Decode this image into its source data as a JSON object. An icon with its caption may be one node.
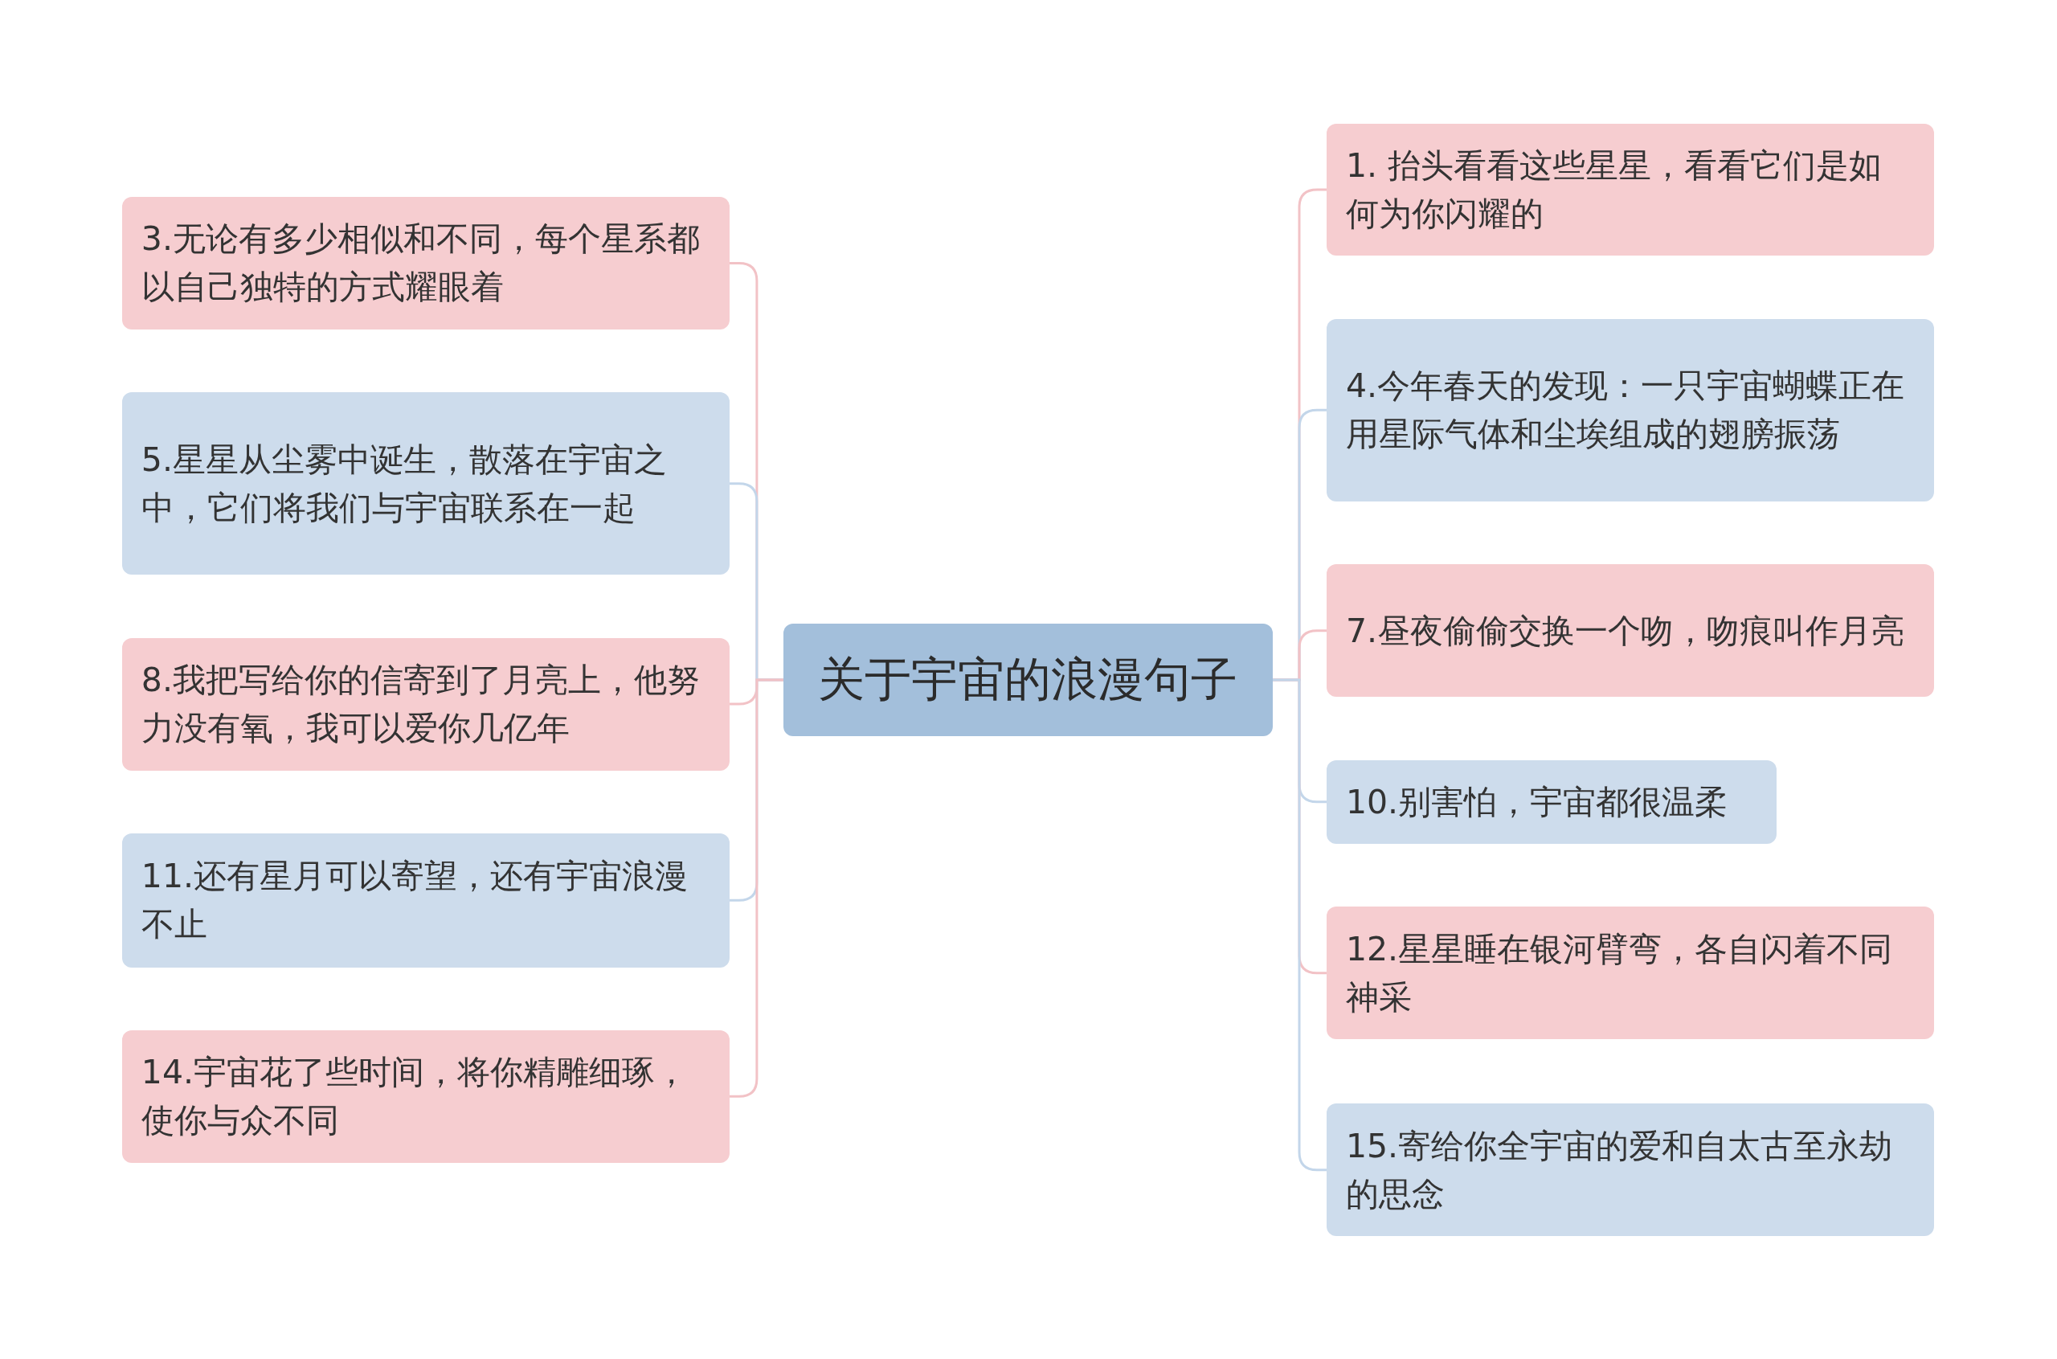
{
  "diagram": {
    "nodes": [
      {
        "text": [
          "关于宇宙的浪漫句子"
        ]
      },
      {
        "text": [
          "1. 抬头看看这些星星，看看它们是如何为你闪耀的"
        ]
      },
      {
        "text": [
          "3.无论有多少相似和不同，每个星系都以自己独特的方式耀眼着"
        ]
      },
      {
        "text": [
          "4.今年春天的发现：一只宇宙蝴蝶正在用星际气体和尘埃组成的翅膀振荡"
        ]
      },
      {
        "text": [
          "5.星星从尘雾中诞生，散落在宇宙之中，它们将我们与宇宙联系在一起"
        ]
      },
      {
        "text": [
          "7.昼夜偷偷交换一个吻，吻痕叫作月亮"
        ]
      },
      {
        "text": [
          "8.我把写给你的信寄到了月亮上，他努力没有氧，我可以爱你几亿年"
        ]
      },
      {
        "text": [
          "10.别害怕，宇宙都很温柔"
        ]
      },
      {
        "text": [
          "11.还有星月可以寄望，还有宇宙浪漫不止"
        ]
      },
      {
        "text": [
          "12.星星睡在银河臂弯，各自闪着不同神采"
        ]
      },
      {
        "text": [
          "14.宇宙花了些时间，将你精雕细琢，使你与众不同"
        ]
      },
      {
        "text": [
          "15.寄给你全宇宙的爱和自太古至永劫的思念"
        ]
      }
    ],
    "edges": [
      {
        "from": 0,
        "to": 1,
        "arrow": "none"
      },
      {
        "from": 0,
        "to": 2,
        "arrow": "none"
      },
      {
        "from": 0,
        "to": 3,
        "arrow": "none",
        "color": "#c3d6ea"
      },
      {
        "from": 0,
        "to": 4,
        "arrow": "none",
        "color": "#c3d6ea"
      },
      {
        "from": 0,
        "to": 5,
        "arrow": "none"
      },
      {
        "from": 0,
        "to": 6,
        "arrow": "none"
      },
      {
        "from": 0,
        "to": 7,
        "arrow": "none",
        "color": "#c3d6ea"
      },
      {
        "from": 0,
        "to": 8,
        "arrow": "none",
        "color": "#c3d6ea"
      },
      {
        "from": 0,
        "to": 9,
        "arrow": "none"
      },
      {
        "from": 0,
        "to": 10,
        "arrow": "none"
      },
      {
        "from": 0,
        "to": 11,
        "arrow": "none",
        "color": "#c3d6ea"
      }
    ]
  }
}
